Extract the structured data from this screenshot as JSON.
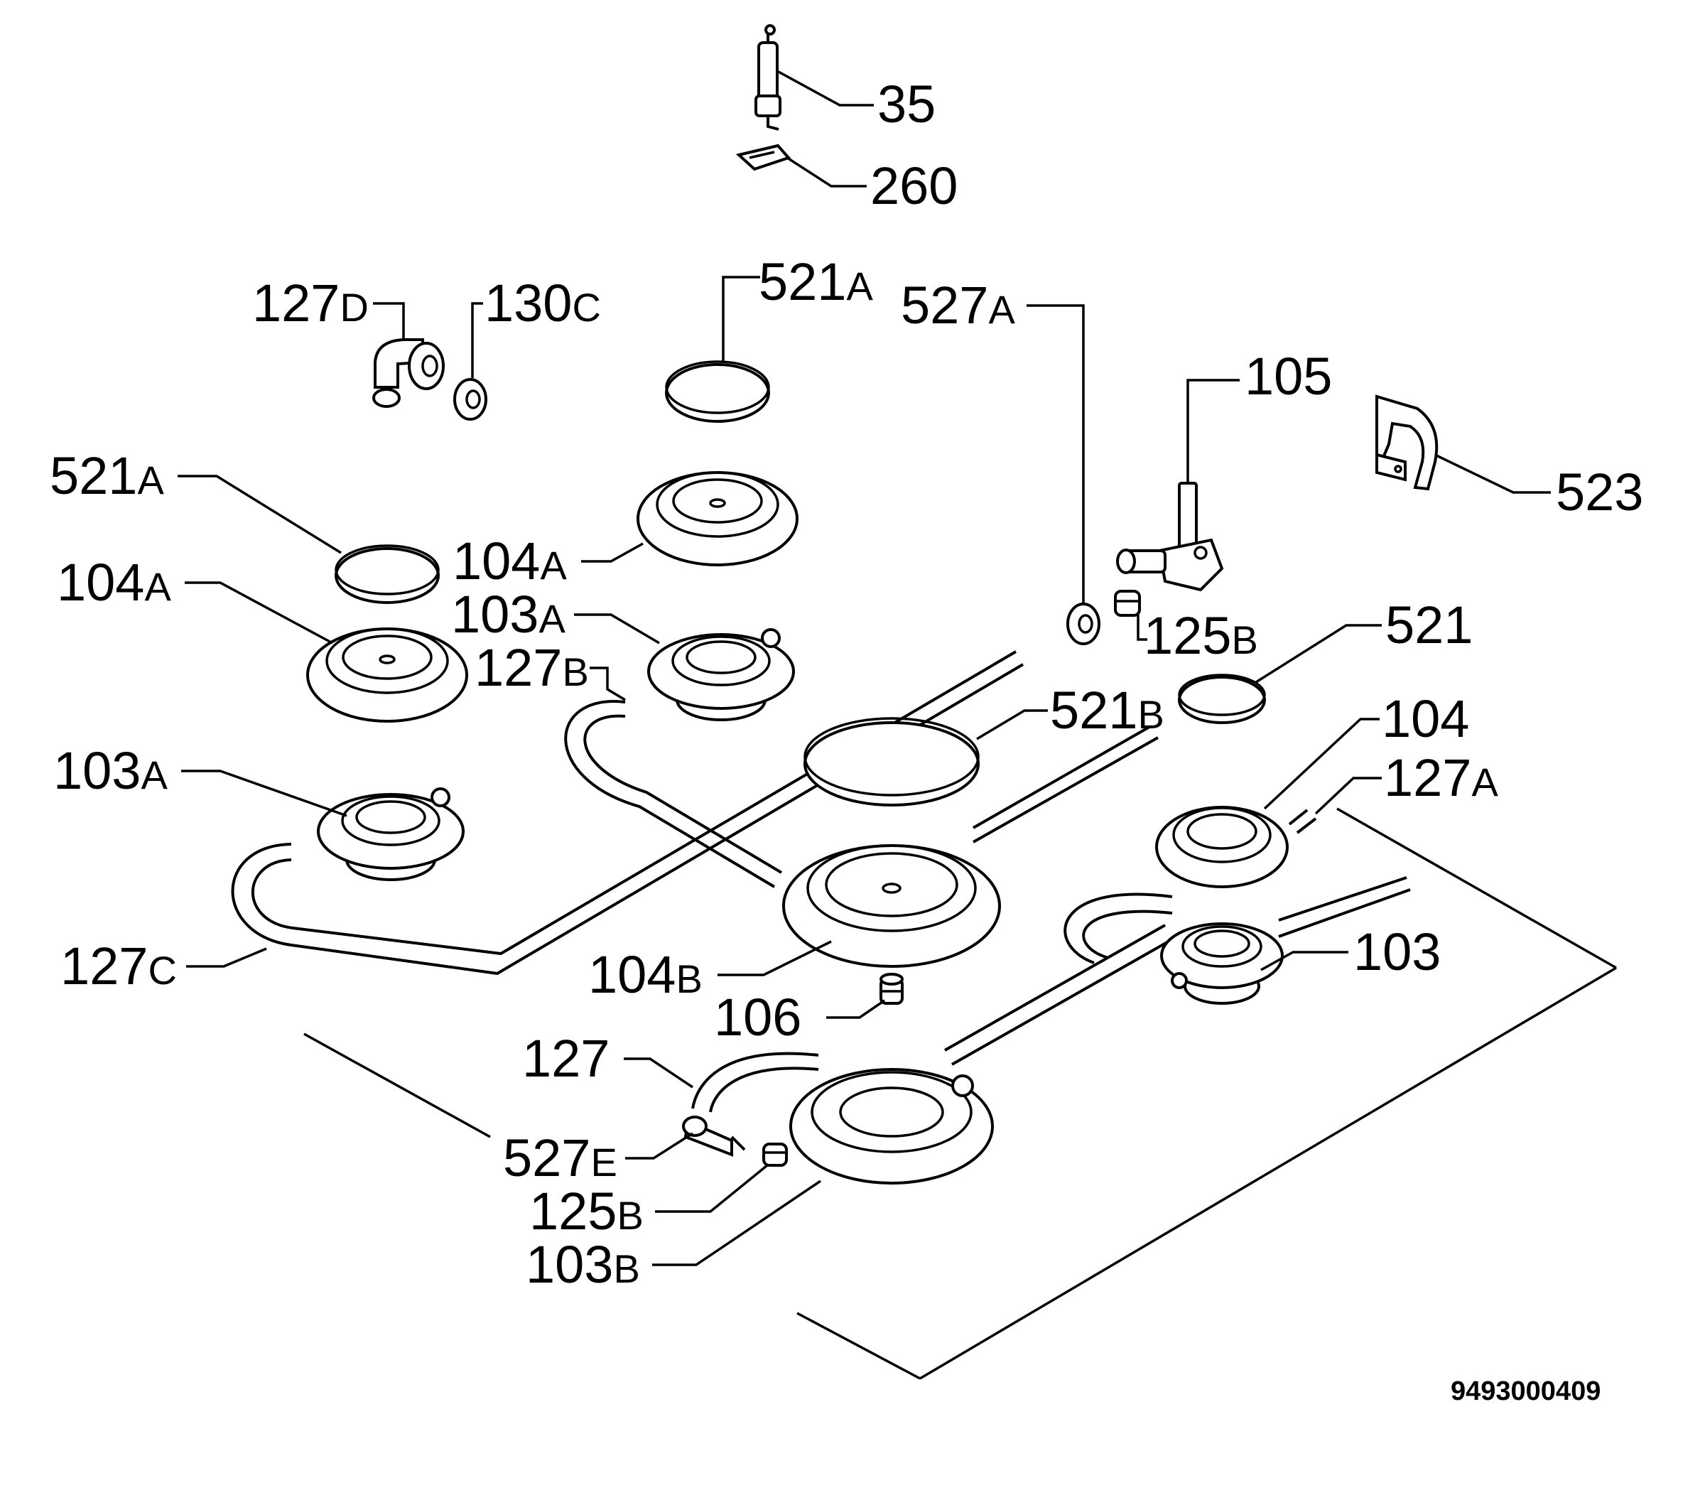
{
  "document_number": "9493000409",
  "labels": [
    {
      "id": "l35",
      "num": "35",
      "suf": ""
    },
    {
      "id": "l260",
      "num": "260",
      "suf": ""
    },
    {
      "id": "l127d",
      "num": "127",
      "suf": "D"
    },
    {
      "id": "l130c",
      "num": "130",
      "suf": "C"
    },
    {
      "id": "l521a_top",
      "num": "521",
      "suf": "A"
    },
    {
      "id": "l527a",
      "num": "527",
      "suf": "A"
    },
    {
      "id": "l105",
      "num": "105",
      "suf": ""
    },
    {
      "id": "l523",
      "num": "523",
      "suf": ""
    },
    {
      "id": "l521a_left",
      "num": "521",
      "suf": "A"
    },
    {
      "id": "l104a_mid",
      "num": "104",
      "suf": "A"
    },
    {
      "id": "l104a_left",
      "num": "104",
      "suf": "A"
    },
    {
      "id": "l103a_mid",
      "num": "103",
      "suf": "A"
    },
    {
      "id": "l127b",
      "num": "127",
      "suf": "B"
    },
    {
      "id": "l125b_top",
      "num": "125",
      "suf": "B"
    },
    {
      "id": "l521",
      "num": "521",
      "suf": ""
    },
    {
      "id": "l521b",
      "num": "521",
      "suf": "B"
    },
    {
      "id": "l104",
      "num": "104",
      "suf": ""
    },
    {
      "id": "l103a_left",
      "num": "103",
      "suf": "A"
    },
    {
      "id": "l127a",
      "num": "127",
      "suf": "A"
    },
    {
      "id": "l103",
      "num": "103",
      "suf": ""
    },
    {
      "id": "l127c",
      "num": "127",
      "suf": "C"
    },
    {
      "id": "l104b",
      "num": "104",
      "suf": "B"
    },
    {
      "id": "l106",
      "num": "106",
      "suf": ""
    },
    {
      "id": "l127",
      "num": "127",
      "suf": ""
    },
    {
      "id": "l527e",
      "num": "527",
      "suf": "E"
    },
    {
      "id": "l125b_bot",
      "num": "125",
      "suf": "B"
    },
    {
      "id": "l103b",
      "num": "103",
      "suf": "B"
    }
  ]
}
